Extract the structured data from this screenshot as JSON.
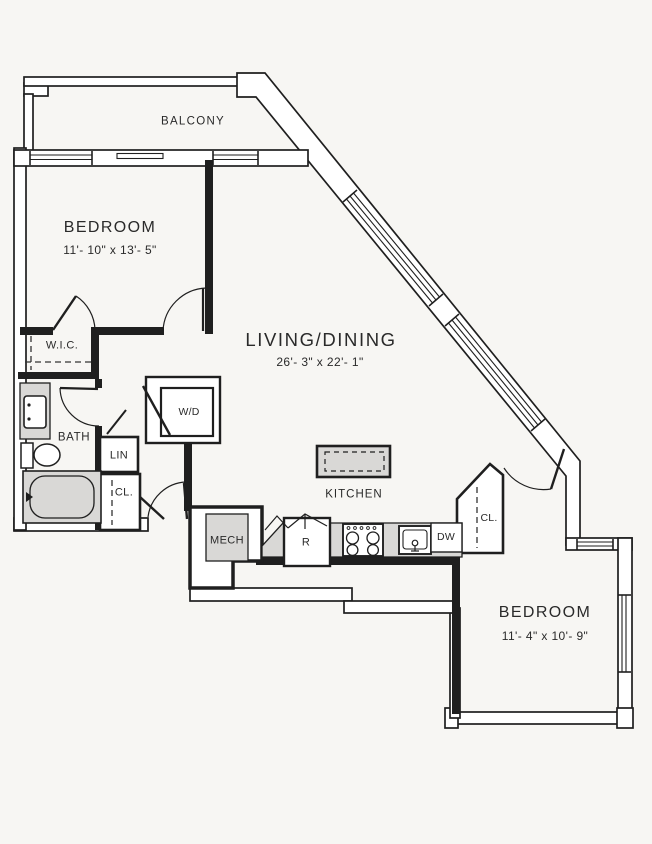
{
  "floor_plan": {
    "colors": {
      "background": "#f7f6f3",
      "line": "#1f1f1f",
      "fixture_fill": "#d9d8d6"
    },
    "rooms": {
      "balcony": {
        "label": "BALCONY"
      },
      "bedroom_1": {
        "label": "BEDROOM",
        "dimensions": "11'- 10\" x 13'- 5\""
      },
      "living_dining": {
        "label": "LIVING/DINING",
        "dimensions": "26'- 3\" x 22'- 1\""
      },
      "walk_in_closet": {
        "label": "W.I.C."
      },
      "bath": {
        "label": "BATH"
      },
      "linen_closet": {
        "label": "LIN"
      },
      "hall_closet": {
        "label": "CL."
      },
      "washer_dryer": {
        "label": "W/D"
      },
      "kitchen": {
        "label": "KITCHEN"
      },
      "mechanical": {
        "label": "MECH"
      },
      "refrigerator": {
        "label": "R"
      },
      "dishwasher": {
        "label": "DW"
      },
      "bedroom_2_closet": {
        "label": "CL."
      },
      "bedroom_2": {
        "label": "BEDROOM",
        "dimensions": "11'- 4\" x 10'- 9\""
      }
    }
  }
}
